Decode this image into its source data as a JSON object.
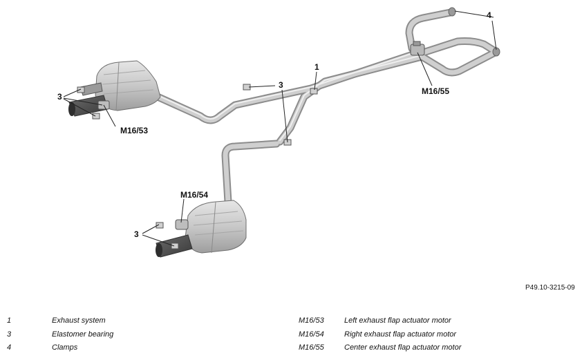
{
  "diagram": {
    "callouts": {
      "c1": "1",
      "c3_top": "3",
      "c3_left": "3",
      "c3_lower": "3",
      "c4": "4",
      "m1653": "M16/53",
      "m1654": "M16/54",
      "m1655": "M16/55"
    },
    "figure_id": "P49.10-3215-09"
  },
  "legend": {
    "left": [
      {
        "key": "1",
        "text": "Exhaust system"
      },
      {
        "key": "3",
        "text": "Elastomer bearing"
      },
      {
        "key": "4",
        "text": "Clamps"
      }
    ],
    "right": [
      {
        "key": "M16/53",
        "text": "Left exhaust flap actuator motor"
      },
      {
        "key": "M16/54",
        "text": "Right exhaust flap actuator motor"
      },
      {
        "key": "M16/55",
        "text": "Center exhaust flap actuator motor"
      }
    ]
  }
}
